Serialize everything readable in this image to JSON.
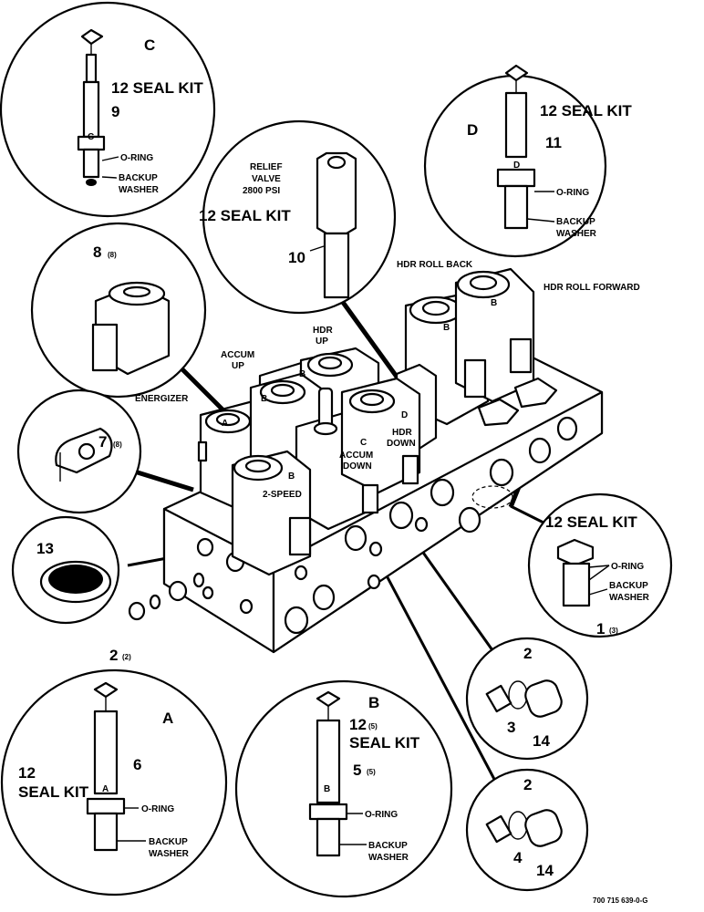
{
  "callouts": {
    "valve_c": {
      "letter": "C",
      "kit": "12 SEAL KIT",
      "item": "9",
      "oring": "O-RING",
      "backup1": "BACKUP",
      "backup2": "WASHER",
      "body_letter": "C"
    },
    "valve_d": {
      "letter": "D",
      "kit": "12 SEAL KIT",
      "item": "11",
      "oring": "O-RING",
      "backup1": "BACKUP",
      "backup2": "WASHER",
      "body_letter": "D"
    },
    "relief": {
      "line1": "RELIEF",
      "line2": "VALVE",
      "line3": "2800 PSI",
      "kit": "12 SEAL KIT",
      "item": "10"
    },
    "coil": {
      "item": "8",
      "qty": "(8)"
    },
    "nameplate": {
      "item": "7",
      "qty": "(8)"
    },
    "screen": {
      "item": "13"
    },
    "plug_kit": {
      "kit": "12 SEAL KIT",
      "oring": "O-RING",
      "backup1": "BACKUP",
      "backup2": "WASHER",
      "item": "1",
      "qty": "(3)"
    },
    "plug_3": {
      "top": "2",
      "left": "3",
      "right": "14"
    },
    "plug_4": {
      "top": "2",
      "left": "4",
      "right": "14"
    },
    "valve_a": {
      "letter": "A",
      "kit1": "12",
      "kit2": "SEAL KIT",
      "item": "6",
      "oring": "O-RING",
      "backup1": "BACKUP",
      "backup2": "WASHER",
      "body_letter": "A"
    },
    "valve_b": {
      "letter": "B",
      "kit_num": "12",
      "kit_qty": "(5)",
      "kit2": "SEAL KIT",
      "item": "5",
      "qty": "(5)",
      "oring": "O-RING",
      "backup1": "BACKUP",
      "backup2": "WASHER",
      "body_letter": "B"
    }
  },
  "manifold": {
    "hdr_roll_back": "HDR ROLL BACK",
    "hdr_roll_forward": "HDR ROLL FORWARD",
    "hdr_up1": "HDR",
    "hdr_up2": "UP",
    "accum_up1": "ACCUM",
    "accum_up2": "UP",
    "energizer": "ENERGIZER",
    "accum_down1": "ACCUM",
    "accum_down2": "DOWN",
    "hdr_down1": "HDR",
    "hdr_down2": "DOWN",
    "two_speed": "2-SPEED",
    "coil_a": "A",
    "coil_b1": "B",
    "coil_b2": "B",
    "coil_b3": "B",
    "coil_b4": "B",
    "coil_b5": "B",
    "coil_c": "C",
    "coil_d": "D",
    "item_2": "2",
    "item_2_qty": "(2)"
  },
  "figure_id": "700 715 639-0-G"
}
